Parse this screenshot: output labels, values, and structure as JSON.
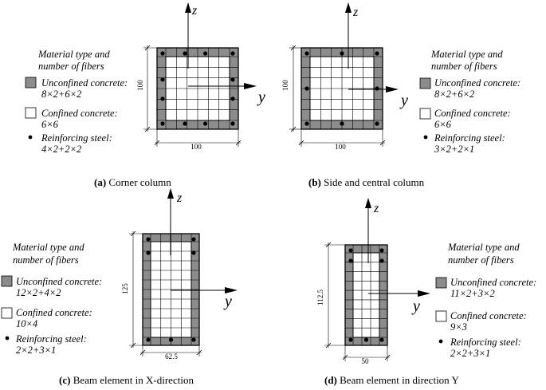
{
  "panels": [
    {
      "id": "a",
      "caption_letter": "(a)",
      "caption_text": " Corner column",
      "legend": {
        "title_line1": "Material type and",
        "title_line2": "number of fibers",
        "unconfined_label": "Unconfined concrete:",
        "unconfined_value": "8×2+6×2",
        "confined_label": "Confined concrete:",
        "confined_value": "6×6",
        "steel_label": "Reinforcing steel:",
        "steel_value": "4×2+2×2"
      },
      "dim_width": "100",
      "dim_height": "100",
      "axis_y": "y",
      "axis_z": "z"
    },
    {
      "id": "b",
      "caption_letter": "(b)",
      "caption_text": " Side and central column",
      "legend": {
        "title_line1": "Material type and",
        "title_line2": "number of fibers",
        "unconfined_label": "Unconfined concrete:",
        "unconfined_value": "8×2+6×2",
        "confined_label": "Confined concrete:",
        "confined_value": "6×6",
        "steel_label": "Reinforcing steel:",
        "steel_value": "3×2+2×1"
      },
      "dim_width": "100",
      "dim_height": "100",
      "axis_y": "y",
      "axis_z": "z"
    },
    {
      "id": "c",
      "caption_letter": "(c)",
      "caption_text": " Beam element in X-direction",
      "legend": {
        "title_line1": "Material type and",
        "title_line2": "number of fibers",
        "unconfined_label": "Unconfined concrete:",
        "unconfined_value": "12×2+4×2",
        "confined_label": "Confined concrete:",
        "confined_value": "10×4",
        "steel_label": "Reinforcing steel:",
        "steel_value": "2×2+3×1"
      },
      "dim_width": "62.5",
      "dim_height": "125",
      "axis_y": "y",
      "axis_z": "z"
    },
    {
      "id": "d",
      "caption_letter": "(d)",
      "caption_text": " Beam element in direction Y",
      "legend": {
        "title_line1": "Material type and",
        "title_line2": "number of fibers",
        "unconfined_label": "Unconfined concrete:",
        "unconfined_value": "11×2+3×2",
        "confined_label": "Confined concrete:",
        "confined_value": "9×3",
        "steel_label": "Reinforcing steel:",
        "steel_value": "2×2+3×1"
      },
      "dim_width": "50",
      "dim_height": "112.5",
      "axis_y": "y",
      "axis_z": "z"
    }
  ],
  "colors": {
    "unconfined": "#8c8c8c",
    "confined": "#ffffff",
    "steel": "#000000",
    "line": "#000000"
  }
}
